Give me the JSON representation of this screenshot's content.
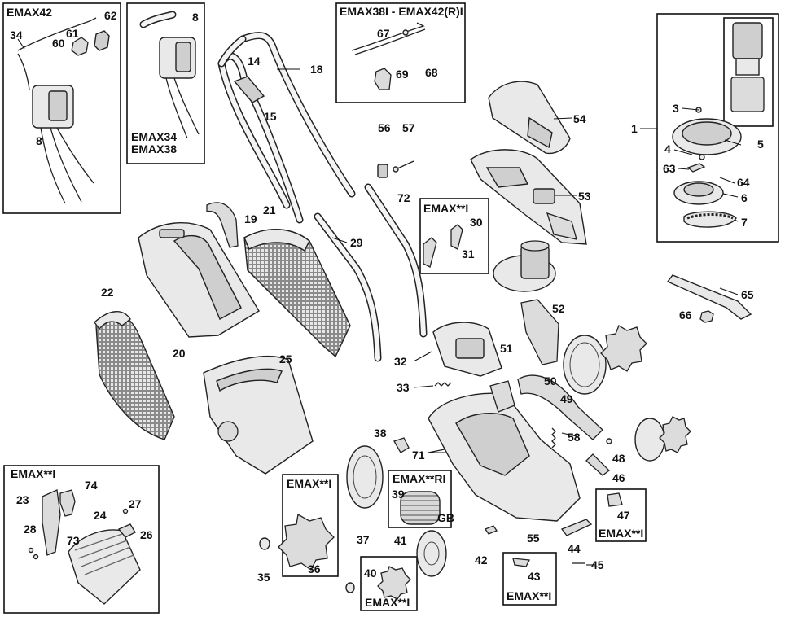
{
  "callouts": [
    {
      "id": "c34",
      "text": "34"
    },
    {
      "id": "c60",
      "text": "60"
    },
    {
      "id": "c61",
      "text": "61"
    },
    {
      "id": "c62",
      "text": "62"
    },
    {
      "id": "c8a",
      "text": "8"
    },
    {
      "id": "c8b",
      "text": "8"
    },
    {
      "id": "c14",
      "text": "14"
    },
    {
      "id": "c15",
      "text": "15"
    },
    {
      "id": "c18",
      "text": "18"
    },
    {
      "id": "c67",
      "text": "67"
    },
    {
      "id": "c68",
      "text": "68"
    },
    {
      "id": "c69",
      "text": "69"
    },
    {
      "id": "c1",
      "text": "1"
    },
    {
      "id": "c3",
      "text": "3"
    },
    {
      "id": "c4",
      "text": "4"
    },
    {
      "id": "c5",
      "text": "5"
    },
    {
      "id": "c63",
      "text": "63"
    },
    {
      "id": "c64",
      "text": "64"
    },
    {
      "id": "c6",
      "text": "6"
    },
    {
      "id": "c7",
      "text": "7"
    },
    {
      "id": "c54",
      "text": "54"
    },
    {
      "id": "c56",
      "text": "56"
    },
    {
      "id": "c57",
      "text": "57"
    },
    {
      "id": "c72",
      "text": "72"
    },
    {
      "id": "c53",
      "text": "53"
    },
    {
      "id": "c30",
      "text": "30"
    },
    {
      "id": "c31",
      "text": "31"
    },
    {
      "id": "c19",
      "text": "19"
    },
    {
      "id": "c21",
      "text": "21"
    },
    {
      "id": "c29",
      "text": "29"
    },
    {
      "id": "c22",
      "text": "22"
    },
    {
      "id": "c20",
      "text": "20"
    },
    {
      "id": "c25",
      "text": "25"
    },
    {
      "id": "c32",
      "text": "32"
    },
    {
      "id": "c33",
      "text": "33"
    },
    {
      "id": "c51",
      "text": "51"
    },
    {
      "id": "c52",
      "text": "52"
    },
    {
      "id": "c50",
      "text": "50"
    },
    {
      "id": "c49",
      "text": "49"
    },
    {
      "id": "c65",
      "text": "65"
    },
    {
      "id": "c66",
      "text": "66"
    },
    {
      "id": "c38",
      "text": "38"
    },
    {
      "id": "c71",
      "text": "71"
    },
    {
      "id": "c58",
      "text": "58"
    },
    {
      "id": "c48",
      "text": "48"
    },
    {
      "id": "c46",
      "text": "46"
    },
    {
      "id": "c47",
      "text": "47"
    },
    {
      "id": "c23",
      "text": "23"
    },
    {
      "id": "c74",
      "text": "74"
    },
    {
      "id": "c27",
      "text": "27"
    },
    {
      "id": "c24",
      "text": "24"
    },
    {
      "id": "c28",
      "text": "28"
    },
    {
      "id": "c26",
      "text": "26"
    },
    {
      "id": "c73",
      "text": "73"
    },
    {
      "id": "c36",
      "text": "36"
    },
    {
      "id": "c37",
      "text": "37"
    },
    {
      "id": "c39",
      "text": "39"
    },
    {
      "id": "c41",
      "text": "41"
    },
    {
      "id": "c40",
      "text": "40"
    },
    {
      "id": "c35",
      "text": "35"
    },
    {
      "id": "c42",
      "text": "42"
    },
    {
      "id": "c55",
      "text": "55"
    },
    {
      "id": "c44",
      "text": "44"
    },
    {
      "id": "c43",
      "text": "43"
    },
    {
      "id": "c45",
      "text": "45"
    }
  ],
  "model_tags": {
    "emax42": "EMAX42",
    "emax34_38": "EMAX34\nEMAX38",
    "emax38_42": "EMAX38I - EMAX42(R)I",
    "emax_i_handle": "EMAX**I",
    "emax_i_bottom_left": "EMAX**I",
    "emax_i_wheel_hub": "EMAX**I",
    "emax_ri": "EMAX**RI",
    "gb": "GB",
    "emax_i_small_hub": "EMAX**I",
    "emax_i_43": "EMAX**I",
    "emax_i_47": "EMAX**I"
  }
}
